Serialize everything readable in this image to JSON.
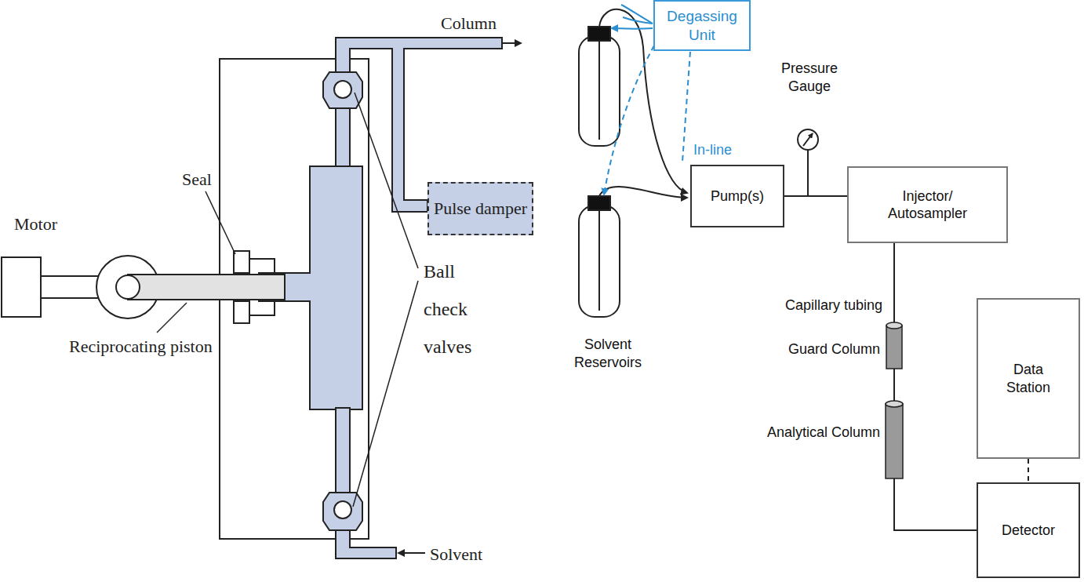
{
  "diagram": {
    "nodes": [
      {
        "text": [
          "Pulse damper"
        ]
      },
      {
        "text": [
          "Degassing Unit"
        ]
      },
      {
        "text": [
          "Pump(s)"
        ]
      },
      {
        "text": [
          "Injector/ Autosampler"
        ]
      },
      {
        "text": [
          "Data Station"
        ]
      },
      {
        "text": [
          "Detector"
        ]
      }
    ],
    "edges": [
      {
        "from": 2,
        "to": 3,
        "arrow": "none"
      },
      {
        "from": 3,
        "to": 5,
        "arrow": "none"
      },
      {
        "from": 4,
        "to": 5,
        "arrow": "none"
      }
    ],
    "labels": [
      "Motor",
      "Column",
      "Seal",
      "Reciprocating piston",
      "Ball check valves",
      "Solvent",
      "Pressure Gauge",
      "In-line",
      "Solvent Reservoirs",
      "Capillary tubing",
      "Guard Column",
      "Analytical Column"
    ]
  }
}
